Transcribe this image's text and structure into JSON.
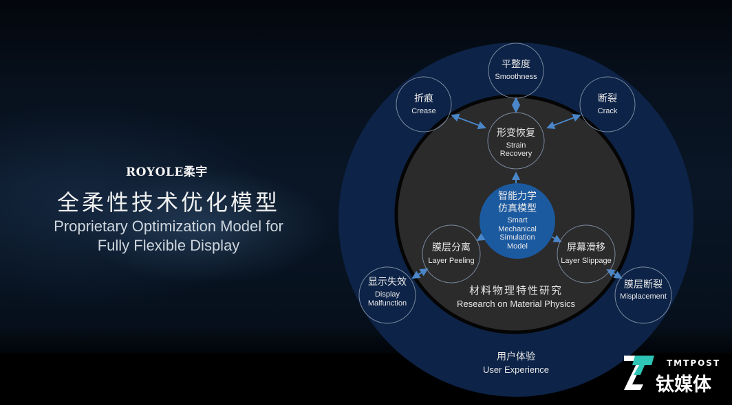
{
  "brand": {
    "logo": "ROYOLE柔宇"
  },
  "title": {
    "cn": "全柔性技术优化模型",
    "en_line1": "Proprietary Optimization Model for",
    "en_line2": "Fully Flexible Display"
  },
  "diagram": {
    "outer": {
      "cn": "用户体验",
      "en": "User Experience"
    },
    "inner": {
      "cn": "材料物理特性研究",
      "en": "Research on Material Physics"
    },
    "center": {
      "cn1": "智能力学",
      "cn2": "仿真模型",
      "en1": "Smart",
      "en2": "Mechanical",
      "en3": "Simulation",
      "en4": "Model"
    },
    "nodes": {
      "smoothness": {
        "cn": "平整度",
        "en": "Smoothness"
      },
      "crease": {
        "cn": "折痕",
        "en": "Crease"
      },
      "crack": {
        "cn": "断裂",
        "en": "Crack"
      },
      "strain": {
        "cn": "形变恢复",
        "en1": "Strain",
        "en2": "Recovery"
      },
      "peeling": {
        "cn": "膜层分离",
        "en": "Layer Peeling"
      },
      "slippage": {
        "cn": "屏幕滑移",
        "en": "Layer Slippage"
      },
      "display": {
        "cn": "显示失效",
        "en1": "Display",
        "en2": "Malfunction"
      },
      "misplacement": {
        "cn": "膜层断裂",
        "en": "Misplacement"
      }
    },
    "colors": {
      "outer": "#0d2347",
      "inner": "#2b2b2b",
      "center": "#1c5aa0",
      "arrow": "#4a86c8"
    }
  },
  "watermark": {
    "en": "TMTPOST",
    "cn": "钛媒体"
  }
}
